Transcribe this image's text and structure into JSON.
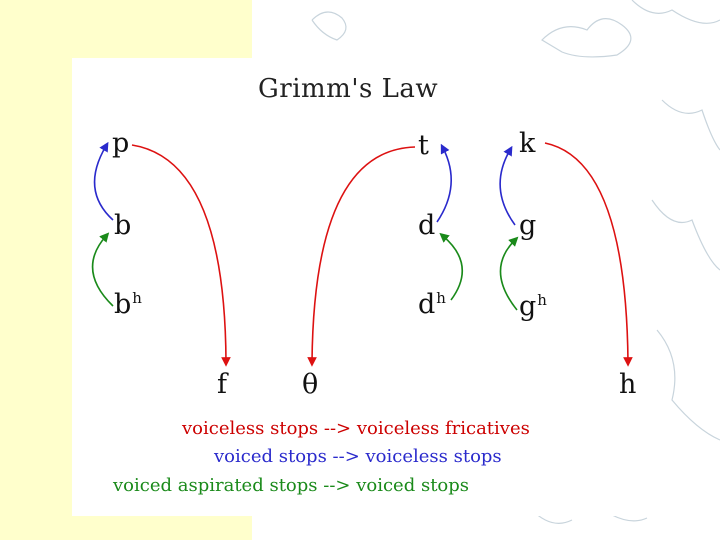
{
  "title": "Grimm's Law",
  "glyphs": {
    "p": "p",
    "b": "b",
    "bh": "b",
    "bh_sup": "h",
    "t": "t",
    "d": "d",
    "dh": "d",
    "dh_sup": "h",
    "k": "k",
    "g": "g",
    "gh": "g",
    "gh_sup": "h",
    "f": "f",
    "theta": "θ",
    "h": "h"
  },
  "legend": [
    {
      "text": "voiceless  stops --> voiceless fricatives",
      "color": "#cc0000"
    },
    {
      "text": "voiced stops --> voiceless stops",
      "color": "#2a2acc"
    },
    {
      "text": "voiced aspirated stops --> voiced stops",
      "color": "#1a8a1a"
    }
  ],
  "colors": {
    "red": "#dd1111",
    "blue": "#2a2acc",
    "green": "#1a8a1a",
    "background_left": "#ffffcc",
    "map_lines": "#c8d4dc"
  }
}
